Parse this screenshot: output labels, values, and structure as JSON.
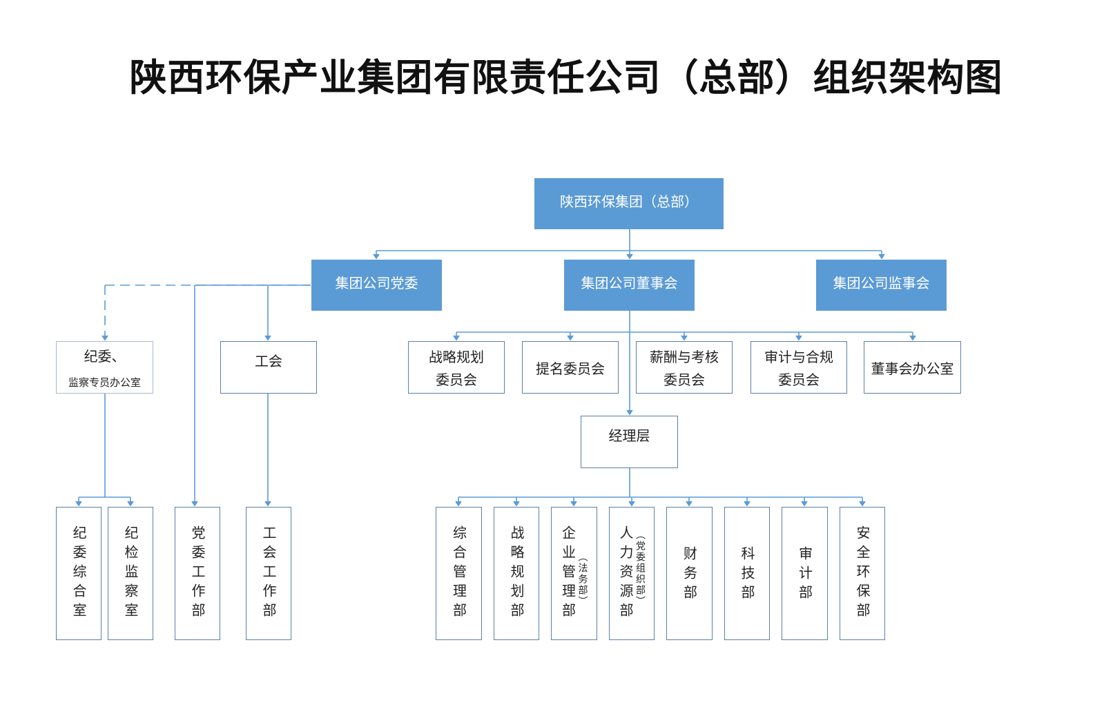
{
  "title": "陕西环保产业集团有限责任公司（总部）组织架构图",
  "colors": {
    "accent_fill": "#5b9bd5",
    "line": "#5b9bd5",
    "border": "#5b7fa6"
  },
  "nodes": {
    "hq": "陕西环保集团（总部）",
    "party": "集团公司党委",
    "board": "集团公司董事会",
    "supervisory": "集团公司监事会",
    "discipline_line1": "纪委、",
    "discipline_line2": "监察专员办公室",
    "union": "工会",
    "strategy_committee_line1": "战略规划",
    "strategy_committee_line2": "委员会",
    "nomination_committee": "提名委员会",
    "compensation_committee_line1": "薪酬与考核",
    "compensation_committee_line2": "委员会",
    "audit_committee_line1": "审计与合规",
    "audit_committee_line2": "委员会",
    "board_office": "董事会办公室",
    "management": "经理层"
  },
  "departments": {
    "discipline_general": "纪委综合室",
    "discipline_inspection": "纪检监察室",
    "party_work": "党委工作部",
    "union_work": "工会工作部",
    "general_management": "综合管理部",
    "strategy": "战略规划部",
    "enterprise_management": "企业管理部",
    "enterprise_management_note": "（法务部）",
    "human_resources": "人力资源部",
    "human_resources_note": "（党委组织部）",
    "finance": "财务部",
    "technology": "科技部",
    "audit": "审计部",
    "safety_environment": "安全环保部"
  }
}
